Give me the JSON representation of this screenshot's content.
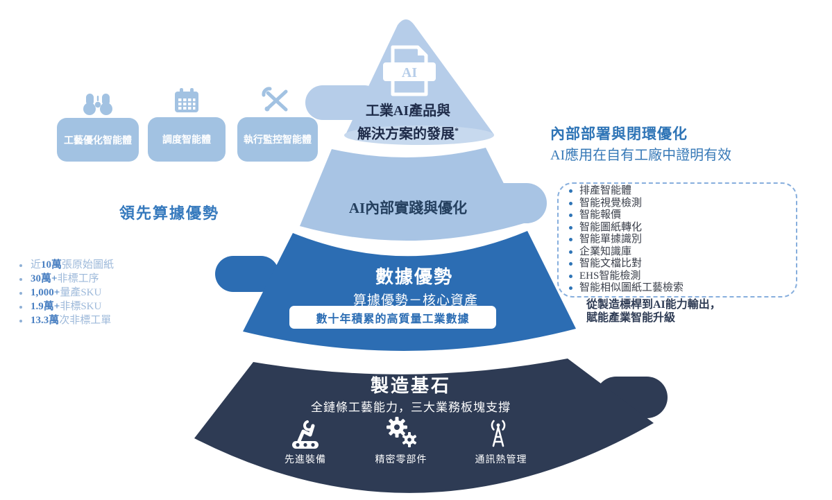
{
  "pyramid": {
    "top": {
      "icon": "ai-file-icon",
      "icon_label": "AI",
      "line1": "工業AI產品與",
      "line2": "解決方案的發展",
      "footnote_marker": "*"
    },
    "layer2": {
      "label": "AI內部實踐與優化"
    },
    "layer3": {
      "title": "數據優勢",
      "subtitle": "算據優勢－核心資產",
      "box": "數十年積累的高質量工業數據"
    },
    "layer4": {
      "title": "製造基石",
      "subtitle": "全鏈條工藝能力，三大業務板塊支撐",
      "pillars": [
        {
          "icon": "robot-arm-icon",
          "label": "先進裝備"
        },
        {
          "icon": "gears-icon",
          "label": "精密零部件"
        },
        {
          "icon": "antenna-icon",
          "label": "通訊熱管理"
        }
      ]
    }
  },
  "left": {
    "agents": [
      {
        "icon": "binoculars-icon",
        "label": "工藝優化智能體"
      },
      {
        "icon": "calendar-icon",
        "label": "調度智能體"
      },
      {
        "icon": "tools-icon",
        "label": "執行監控智能體"
      }
    ],
    "heading": "領先算據優勢",
    "stats": [
      {
        "pre": "近",
        "bold": "10萬",
        "post": "張原始圖紙"
      },
      {
        "pre": "",
        "bold": "30萬+",
        "post": "非標工序"
      },
      {
        "pre": "",
        "bold": "1,000+",
        "post": "量產SKU"
      },
      {
        "pre": "",
        "bold": "1.9萬+",
        "post": "非標SKU"
      },
      {
        "pre": "",
        "bold": "13.3萬",
        "post": "次非標工單"
      }
    ]
  },
  "right": {
    "heading": "內部部署與閉環優化",
    "subheading": "AI應用在自有工廠中證明有效",
    "capabilities": [
      "排產智能體",
      "智能視覺檢測",
      "智能報價",
      "智能圖紙轉化",
      "智能單據識別",
      "企業知識庫",
      "智能文檔比對",
      "EHS智能檢測",
      "智能相似圖紙工藝檢索"
    ],
    "footer_line1": "從製造標桿到AI能力輸出，",
    "footer_line2": "賦能產業智能升級"
  },
  "colors": {
    "cone": "#b6cde9",
    "cone_base_highlight": "#c7d9ee",
    "layer2": "#a8c4e4",
    "layer3": "#2c6db3",
    "layer4": "#2e3b54",
    "agent_box": "#a2c2e2",
    "accent_blue": "#2e74b6",
    "stat_normal": "#9db9da",
    "stat_bold": "#4a80c2",
    "dashed_border": "#86aedd"
  }
}
